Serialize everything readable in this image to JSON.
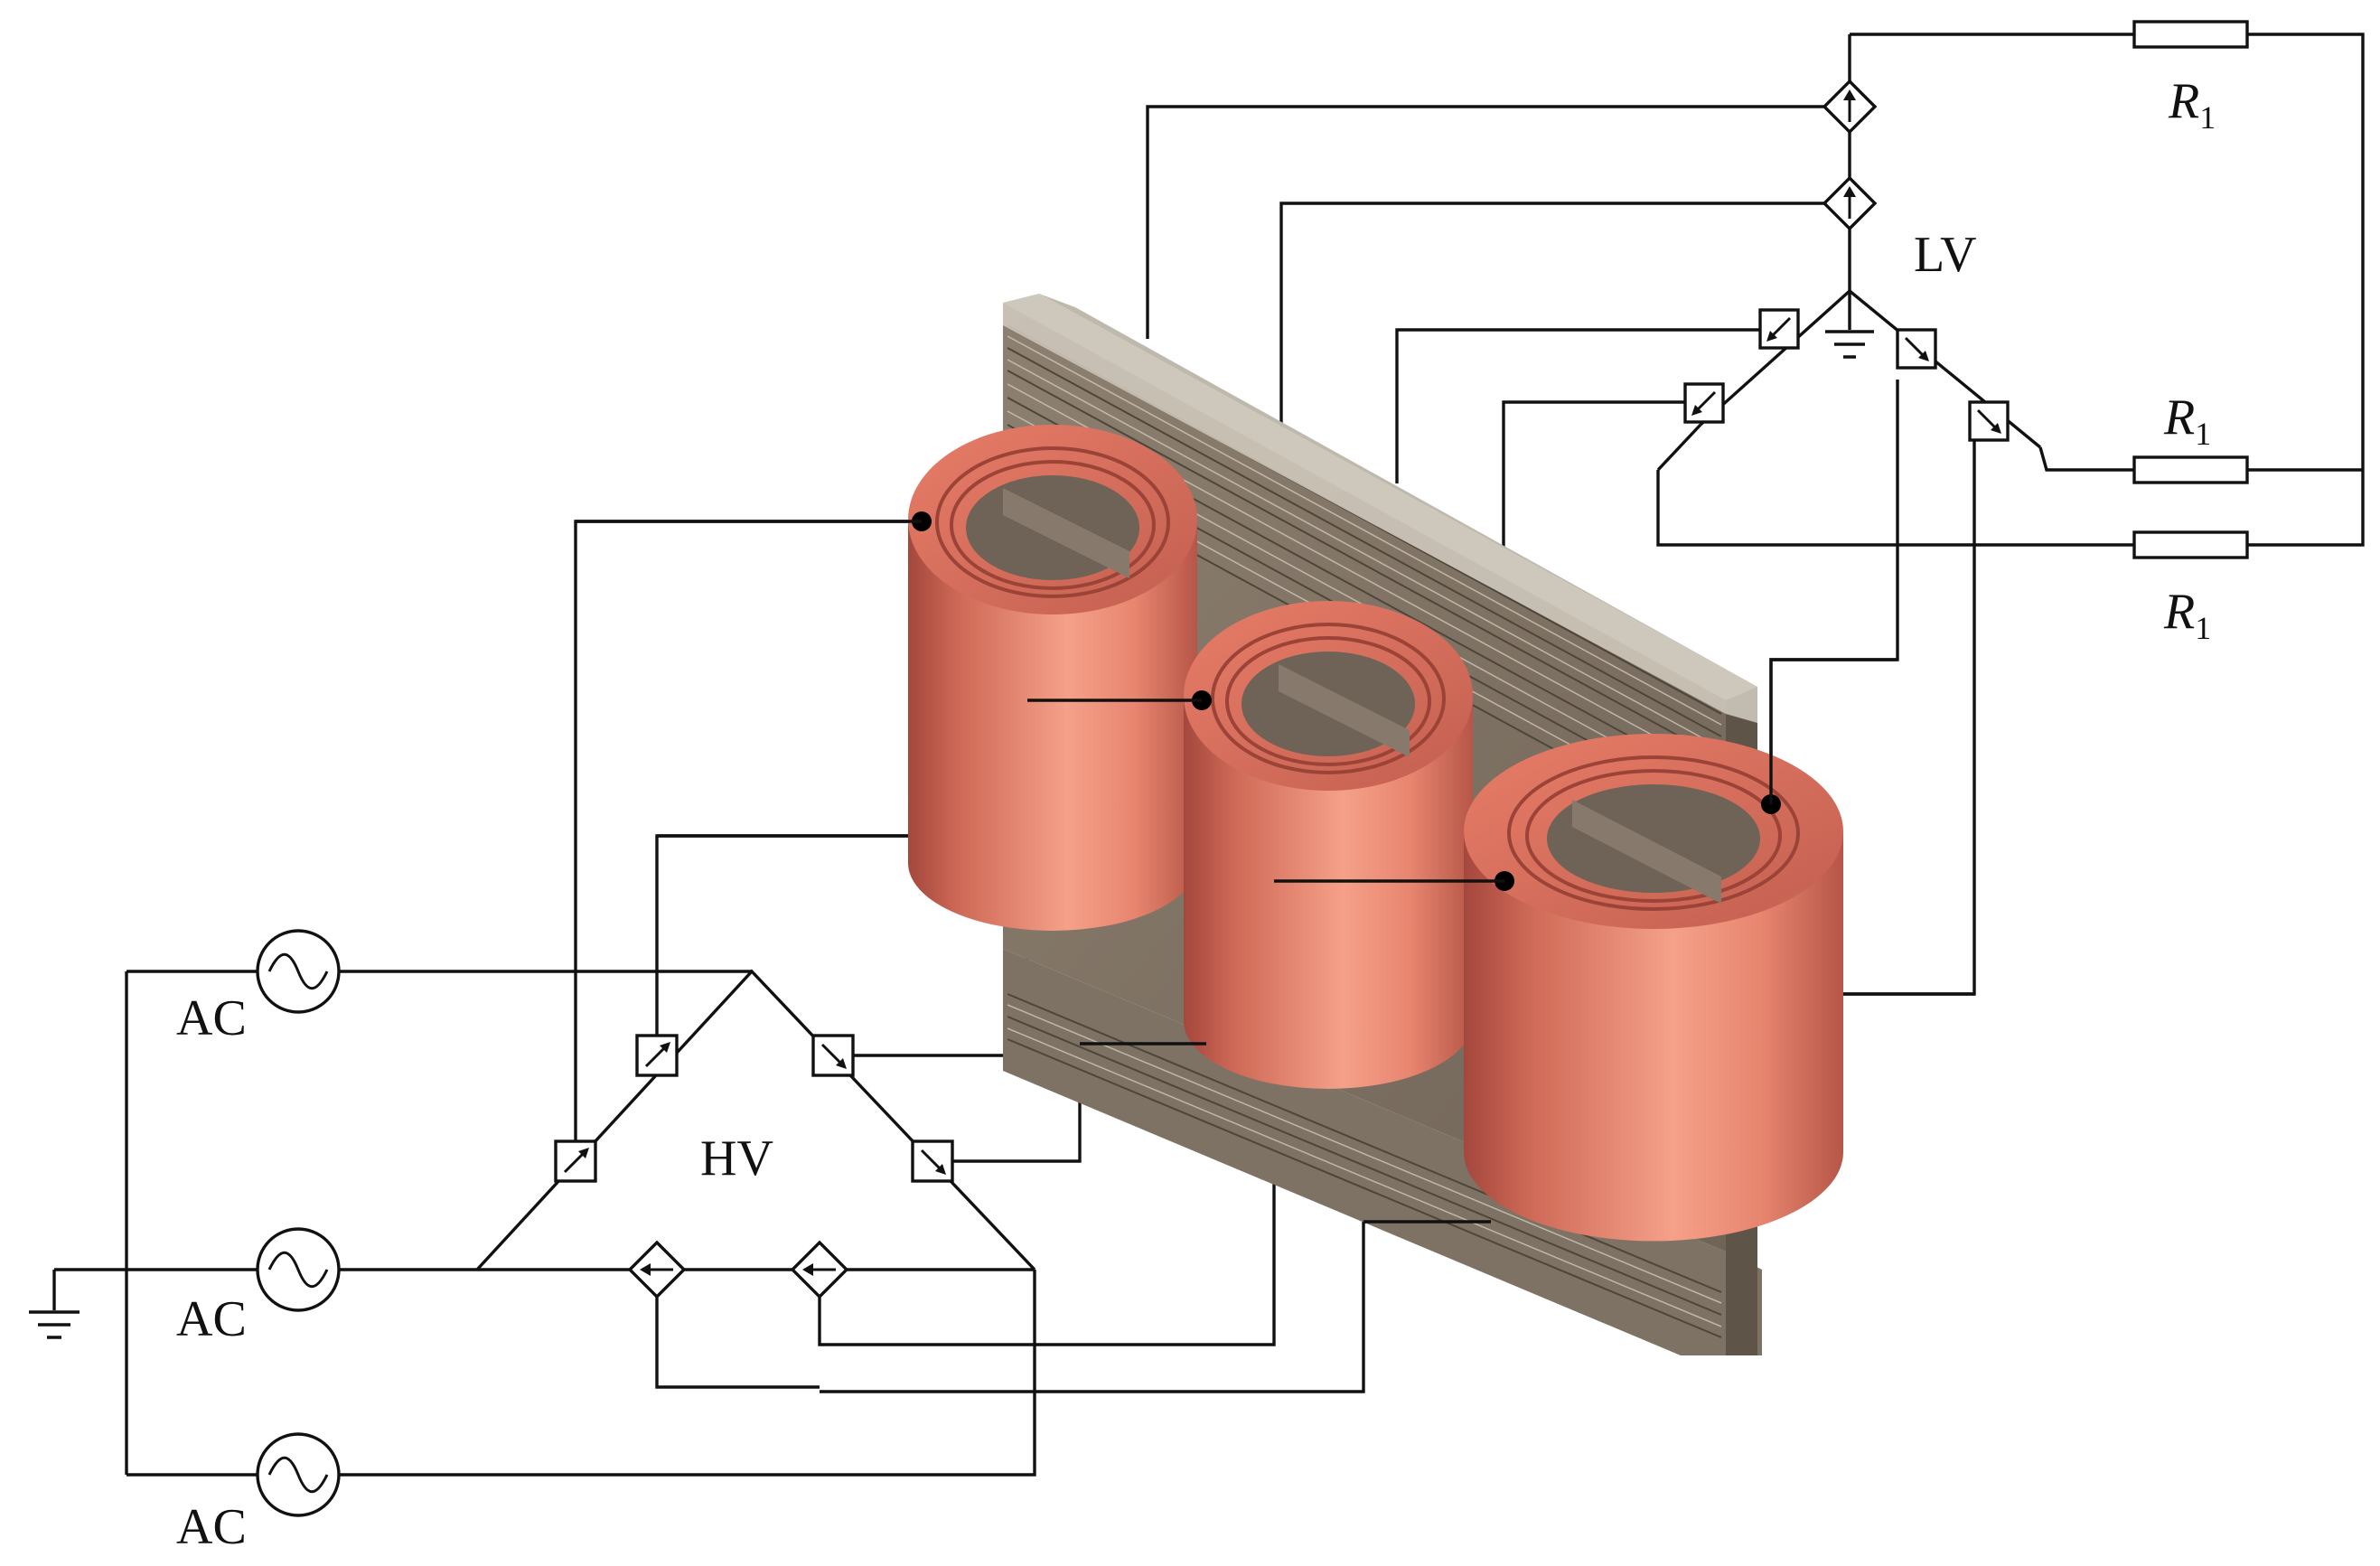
{
  "labels": {
    "lv": "LV",
    "hv": "HV",
    "ac": "AC",
    "resistor": "R",
    "resistor_sub": "1"
  },
  "colors": {
    "copper_dark": "#a4473d",
    "copper_mid": "#e88670",
    "copper_light": "#f7a08a",
    "copper_top": "#d8705f",
    "core_face": "#8a7d6e",
    "core_top": "#cfc8bc",
    "core_dark": "#5f5448",
    "wire": "#111111"
  },
  "icons": [
    "ac-source-icon",
    "ground-icon",
    "current-source-icon",
    "resistor-icon",
    "switch-arrow-icon"
  ]
}
